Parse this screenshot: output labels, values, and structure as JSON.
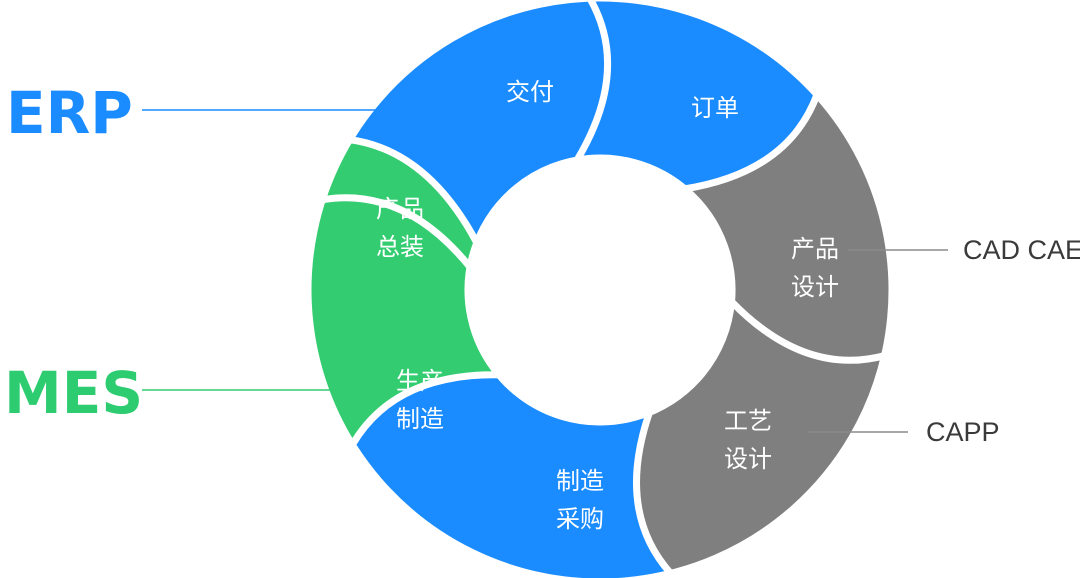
{
  "colors": {
    "blue": "#1a8cff",
    "green": "#33cc70",
    "gray": "#7f7f7f",
    "erp_text": "#1a8cff",
    "mes_text": "#2ecc71",
    "connector_gray": "#8c8c8c",
    "system_text": "#3a3a3a"
  },
  "left_labels": {
    "erp": "ERP",
    "mes": "MES"
  },
  "right_labels": {
    "cad_cae": "CAD CAE",
    "capp": "CAPP"
  },
  "segments": [
    {
      "name": "delivery",
      "lines": [
        "交付"
      ],
      "color": "blue"
    },
    {
      "name": "order",
      "lines": [
        "订单"
      ],
      "color": "blue"
    },
    {
      "name": "product-design",
      "lines": [
        "产品",
        "设计"
      ],
      "color": "gray"
    },
    {
      "name": "process-design",
      "lines": [
        "工艺",
        "设计"
      ],
      "color": "gray"
    },
    {
      "name": "manufacturing-procurement",
      "lines": [
        "制造",
        "采购"
      ],
      "color": "blue"
    },
    {
      "name": "production-manufacturing",
      "lines": [
        "生产",
        "制造"
      ],
      "color": "green"
    },
    {
      "name": "product-assembly",
      "lines": [
        "产品",
        "总装"
      ],
      "color": "green"
    }
  ]
}
